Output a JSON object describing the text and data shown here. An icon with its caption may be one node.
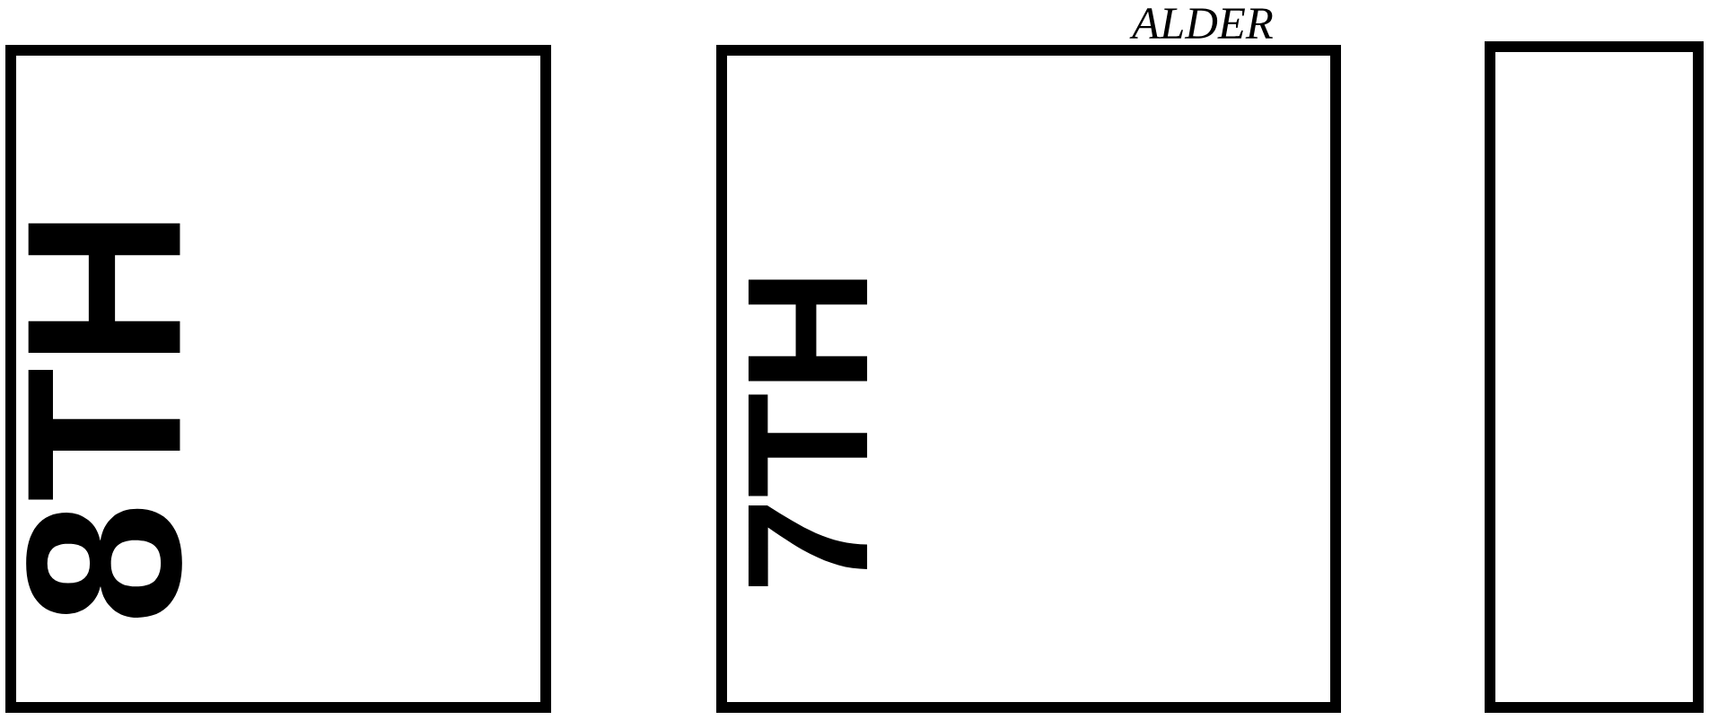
{
  "diagram": {
    "nodes": [
      {
        "text": [
          "8TH"
        ]
      },
      {
        "text": [
          "7TH"
        ]
      },
      {
        "text": [],
        "shape": "box"
      }
    ],
    "labels": [
      "ALDER"
    ]
  }
}
